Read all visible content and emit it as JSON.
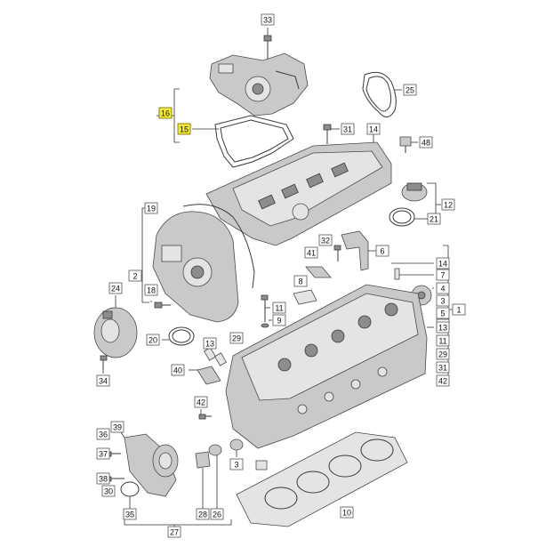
{
  "callouts": [
    {
      "id": "c33",
      "label": "33"
    },
    {
      "id": "c25",
      "label": "25"
    },
    {
      "id": "c16",
      "label": "16",
      "highlight": true
    },
    {
      "id": "c15",
      "label": "15",
      "highlight": true
    },
    {
      "id": "c31a",
      "label": "31"
    },
    {
      "id": "c14a",
      "label": "14"
    },
    {
      "id": "c48",
      "label": "48"
    },
    {
      "id": "c12",
      "label": "12"
    },
    {
      "id": "c21",
      "label": "21"
    },
    {
      "id": "c19",
      "label": "19"
    },
    {
      "id": "c32",
      "label": "32"
    },
    {
      "id": "c41",
      "label": "41"
    },
    {
      "id": "c6",
      "label": "6"
    },
    {
      "id": "c2",
      "label": "2"
    },
    {
      "id": "c14b",
      "label": "14"
    },
    {
      "id": "c7",
      "label": "7"
    },
    {
      "id": "c4",
      "label": "4"
    },
    {
      "id": "c3a",
      "label": "3"
    },
    {
      "id": "c5",
      "label": "5"
    },
    {
      "id": "c9a",
      "label": "9"
    },
    {
      "id": "c1",
      "label": "1"
    },
    {
      "id": "c13",
      "label": "13"
    },
    {
      "id": "c11a",
      "label": "11"
    },
    {
      "id": "c29a",
      "label": "29"
    },
    {
      "id": "c31b",
      "label": "31"
    },
    {
      "id": "c42a",
      "label": "42"
    },
    {
      "id": "c24",
      "label": "24"
    },
    {
      "id": "c18",
      "label": "18"
    },
    {
      "id": "c8",
      "label": "8"
    },
    {
      "id": "c11b",
      "label": "11"
    },
    {
      "id": "c9b",
      "label": "9"
    },
    {
      "id": "c20",
      "label": "20"
    },
    {
      "id": "c13b",
      "label": "13"
    },
    {
      "id": "c29b",
      "label": "29"
    },
    {
      "id": "c40",
      "label": "40"
    },
    {
      "id": "c34",
      "label": "34"
    },
    {
      "id": "c42b",
      "label": "42"
    },
    {
      "id": "c39",
      "label": "39"
    },
    {
      "id": "c36",
      "label": "36"
    },
    {
      "id": "c37",
      "label": "37"
    },
    {
      "id": "c38",
      "label": "38"
    },
    {
      "id": "c30",
      "label": "30"
    },
    {
      "id": "c35",
      "label": "35"
    },
    {
      "id": "c27",
      "label": "27"
    },
    {
      "id": "c28",
      "label": "28"
    },
    {
      "id": "c26",
      "label": "26"
    },
    {
      "id": "c3b",
      "label": "3"
    },
    {
      "id": "c10",
      "label": "10"
    }
  ],
  "colors": {
    "highlight": "#f7e93a",
    "box_border": "#555555",
    "part_fill": "#c9c9c9"
  }
}
